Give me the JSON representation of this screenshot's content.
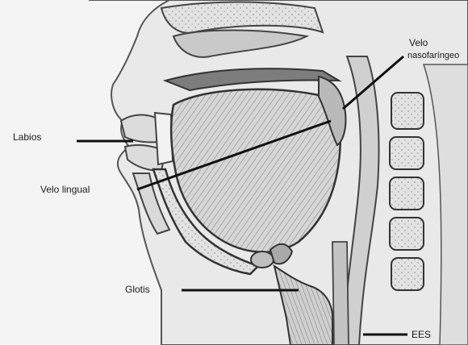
{
  "labels": {
    "lips": "Labios",
    "velum_lingual": "Velo lingual",
    "velum_nasopharyngeal_line1": "Velo",
    "velum_nasopharyngeal_line2": "nasofaríngeo",
    "glottis": "Glotis",
    "ues": "EES"
  }
}
